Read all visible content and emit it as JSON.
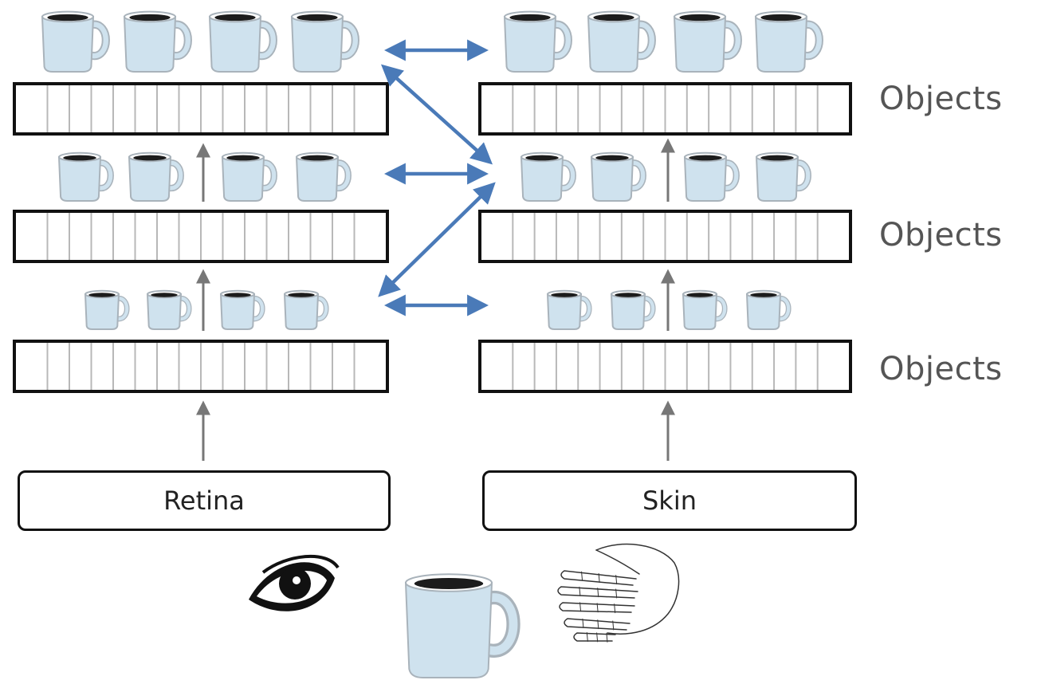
{
  "columns": [
    {
      "id": "vision",
      "sensor_label": "Retina",
      "sensor_organ_icon": "eye-icon"
    },
    {
      "id": "touch",
      "sensor_label": "Skin",
      "sensor_organ_icon": "hand-icon"
    }
  ],
  "levels": [
    {
      "label": "Objects"
    },
    {
      "label": "Objects"
    },
    {
      "label": "Objects"
    }
  ],
  "mugs_per_level": 4,
  "cells_per_layer": 16,
  "stimulus_icon": "coffee-mug-icon",
  "colors": {
    "lateral_arrow": "#4a7ab8",
    "feedforward_arrow": "#777777",
    "layer_border": "#111111",
    "cell_line": "#b8b8b8",
    "mug_fill": "#cfe2ee",
    "mug_stroke": "#a9b3bb",
    "coffee": "#1c1c1c",
    "label_text": "#555555"
  }
}
